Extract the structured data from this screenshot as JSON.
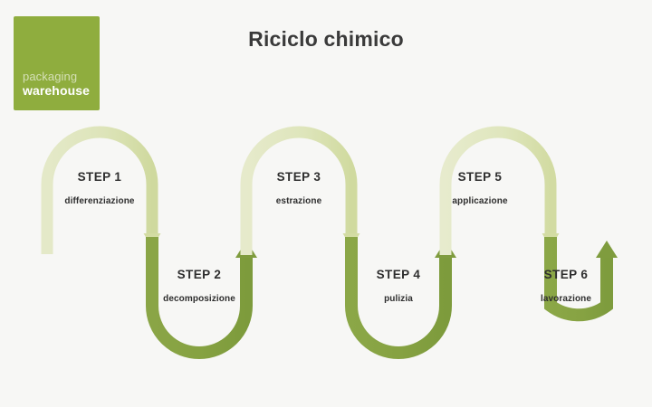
{
  "page": {
    "background_color": "#f7f7f5",
    "title": "Riciclo chimico"
  },
  "logo": {
    "name": "packaging-warehouse-logo",
    "line1": "packaging",
    "line2": "warehouse",
    "background_color": "#8fad3e",
    "text_color": "#ffffff"
  },
  "colors": {
    "light_green": "#dfe5bd",
    "light_green_deep": "#cdd79b",
    "dark_green": "#7d9b3c",
    "dark_green_light": "#94ae4e",
    "title_text": "#3a3a3a",
    "step_text": "#2e2e2e"
  },
  "diagram": {
    "type": "snake-process-flow",
    "direction": "left-to-right serpentine",
    "steps": [
      {
        "id": "step-1",
        "title": "STEP 1",
        "subtitle": "differenziazione",
        "tone": "light",
        "shape": "arch-down"
      },
      {
        "id": "step-2",
        "title": "STEP 2",
        "subtitle": "decomposizione",
        "tone": "dark",
        "shape": "u-up"
      },
      {
        "id": "step-3",
        "title": "STEP 3",
        "subtitle": "estrazione",
        "tone": "light",
        "shape": "arch-down"
      },
      {
        "id": "step-4",
        "title": "STEP 4",
        "subtitle": "pulizia",
        "tone": "dark",
        "shape": "u-up"
      },
      {
        "id": "step-5",
        "title": "STEP 5",
        "subtitle": "applicazione",
        "tone": "light",
        "shape": "arch-down"
      },
      {
        "id": "step-6",
        "title": "STEP 6",
        "subtitle": "lavorazione",
        "tone": "dark",
        "shape": "u-up"
      }
    ]
  }
}
